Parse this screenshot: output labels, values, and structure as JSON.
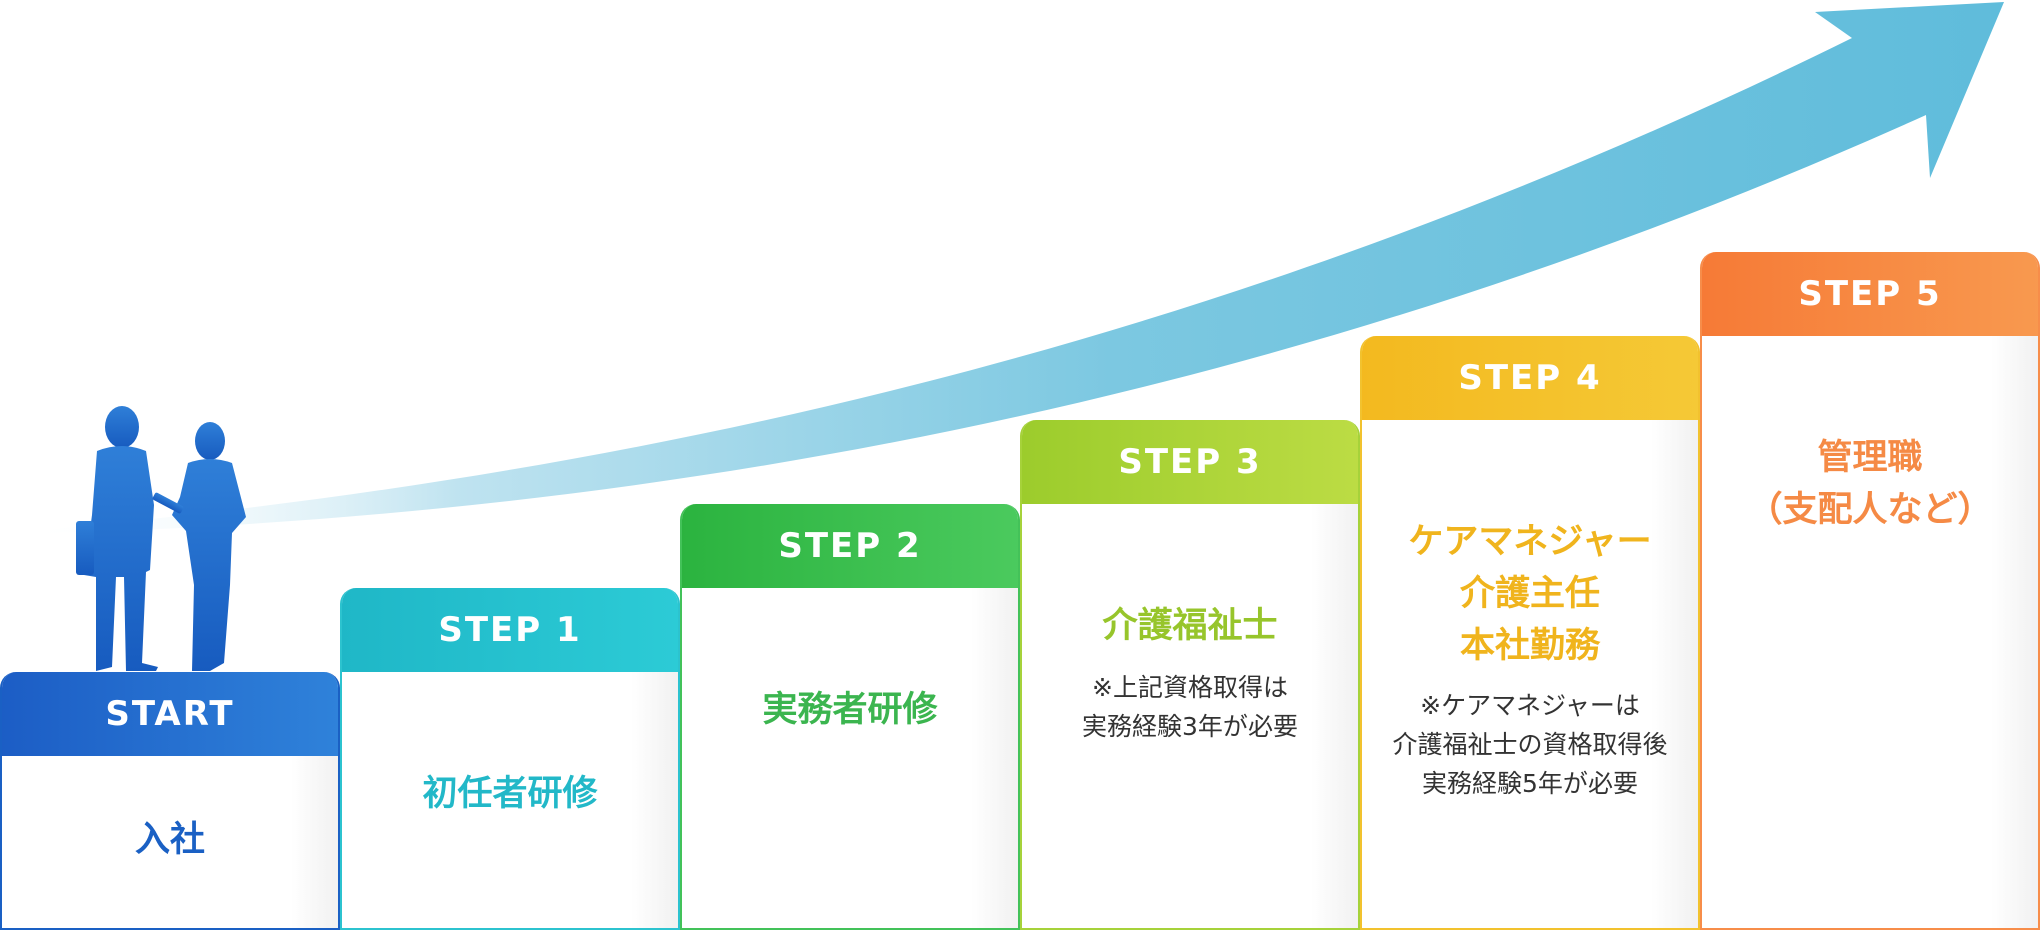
{
  "colors": {
    "arrow": "#5fbcdb",
    "start": "#1a60c4",
    "step1": "#22b8c8",
    "step2": "#3bb54f",
    "step3": "#97c52b",
    "step4": "#f0b41d",
    "step5": "#f58a45"
  },
  "icons": {
    "people": "two-people-silhouette-icon",
    "arrow": "growth-arrow-icon"
  },
  "steps": {
    "start": {
      "label": "START",
      "title": "入社",
      "note": ""
    },
    "s1": {
      "label": "STEP 1",
      "title": "初任者研修",
      "note": ""
    },
    "s2": {
      "label": "STEP 2",
      "title": "実務者研修",
      "note": ""
    },
    "s3": {
      "label": "STEP 3",
      "title": "介護福祉士",
      "note": "※上記資格取得は\n実務経験3年が必要"
    },
    "s4": {
      "label": "STEP 4",
      "title": "ケアマネジャー\n介護主任\n本社勤務",
      "note": "※ケアマネジャーは\n介護福祉士の資格取得後\n実務経験5年が必要"
    },
    "s5": {
      "label": "STEP 5",
      "title": "管理職\n（支配人など）",
      "note": ""
    }
  }
}
